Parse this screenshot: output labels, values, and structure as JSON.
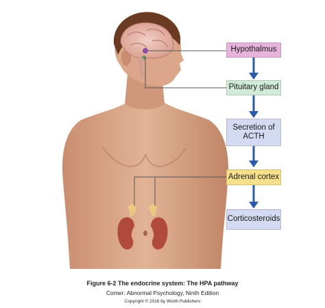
{
  "diagram": {
    "boxes": [
      {
        "label": "Hypothalmus",
        "color": "#e6b3dc"
      },
      {
        "label": "Pituitary gland",
        "color": "#d2ebd8"
      },
      {
        "label": "Secretion of ACTH",
        "color": "#d3daf1"
      },
      {
        "label": "Adrenal cortex",
        "color": "#f6e08c"
      },
      {
        "label": "Corticosteroids",
        "color": "#d3daf1"
      }
    ],
    "arrow_color": "#2a5aa8",
    "leader_color": "#555555"
  },
  "caption": {
    "title": "Figure 6-2  The endocrine system: The HPA pathway",
    "source": "Comer: Abnormal Psychology, Ninth Edition",
    "copyright": "Copyright © 2016 by Worth Publishers"
  },
  "colors": {
    "skin": "#d9a88a",
    "skin_shadow": "#b97f62",
    "hair": "#6b3a22",
    "brain": "#e8b9b0",
    "kidney": "#b04a3a",
    "adrenal": "#e9c884"
  }
}
